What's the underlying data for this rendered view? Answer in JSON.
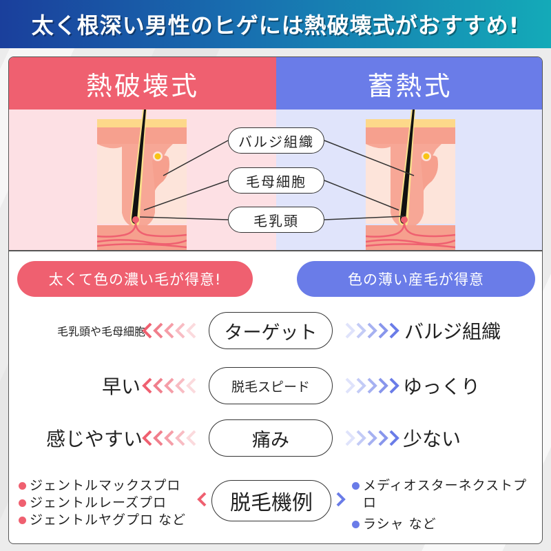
{
  "header": {
    "title": "太く根深い男性のヒゲには熱破壊式がおすすめ!"
  },
  "colors": {
    "red": "#ef6070",
    "blue": "#6a7ce8",
    "red_bg": "#fde0e4",
    "blue_bg": "#e0e4fb"
  },
  "columns": {
    "left": {
      "title": "熱破壊式",
      "badge": "太くて色の濃い毛が得意!"
    },
    "right": {
      "title": "蓄熱式",
      "badge": "色の薄い産毛が得意"
    }
  },
  "diagram": {
    "labels": [
      "バルジ組織",
      "毛母細胞",
      "毛乳頭"
    ]
  },
  "comparison": [
    {
      "label": "ターゲット",
      "left": "毛乳頭や毛母細胞",
      "right": "バルジ組織"
    },
    {
      "label": "脱毛スピード",
      "left": "早い",
      "right": "ゆっくり"
    },
    {
      "label": "痛み",
      "left": "感じやすい",
      "right": "少ない"
    }
  ],
  "examples": {
    "label": "脱毛機例",
    "left": [
      "ジェントルマックスプロ",
      "ジェントルレーズプロ",
      "ジェントルヤグプロ など"
    ],
    "right": [
      "メディオスターネクストプロ",
      "ラシャ など"
    ]
  }
}
